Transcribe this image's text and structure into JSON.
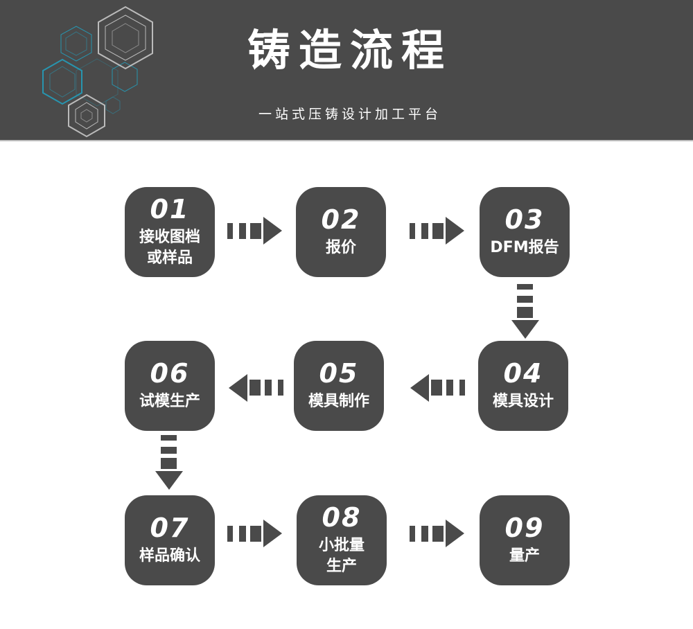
{
  "header": {
    "title": "铸造流程",
    "subtitle": "一站式压铸设计加工平台"
  },
  "steps": [
    {
      "num": "01",
      "label": "接收图档\n或样品"
    },
    {
      "num": "02",
      "label": "报价"
    },
    {
      "num": "03",
      "label": "DFM报告"
    },
    {
      "num": "04",
      "label": "模具设计"
    },
    {
      "num": "05",
      "label": "模具制作"
    },
    {
      "num": "06",
      "label": "试模生产"
    },
    {
      "num": "07",
      "label": "样品确认"
    },
    {
      "num": "08",
      "label": "小批量\n生产"
    },
    {
      "num": "09",
      "label": "量产"
    }
  ],
  "colors": {
    "box": "#4a4a4a",
    "accent": "#1fa8c9"
  }
}
